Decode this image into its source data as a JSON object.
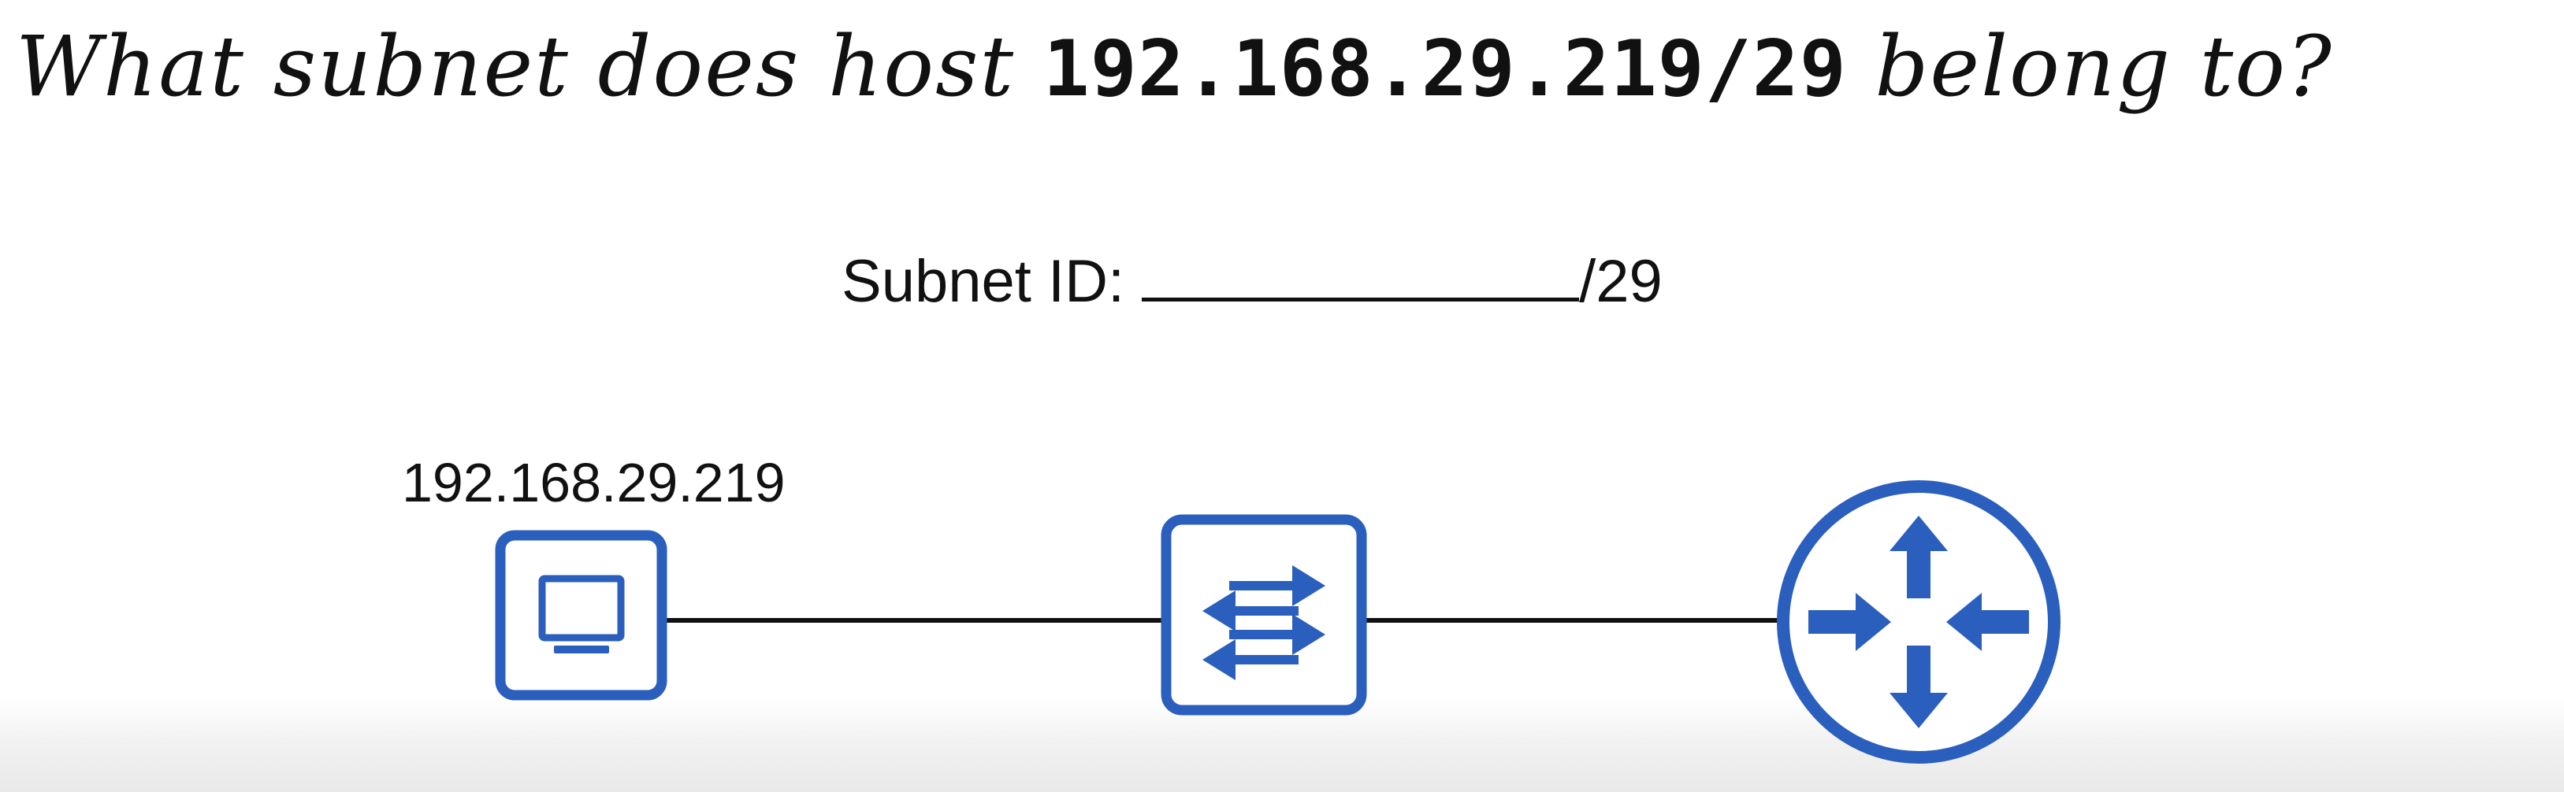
{
  "question": {
    "prefix": "What subnet does host ",
    "ip": "192.168.29.219/29",
    "suffix": " belong to?"
  },
  "answer_prompt": {
    "label": "Subnet ID:",
    "mask": "/29"
  },
  "host": {
    "ip_label": "192.168.29.219"
  },
  "colors": {
    "device_blue": "#2b5fbe",
    "link": "#111111",
    "text": "#111111"
  },
  "devices": [
    {
      "type": "pc",
      "icon": "pc-icon"
    },
    {
      "type": "switch",
      "icon": "switch-icon"
    },
    {
      "type": "router",
      "icon": "router-icon"
    }
  ]
}
